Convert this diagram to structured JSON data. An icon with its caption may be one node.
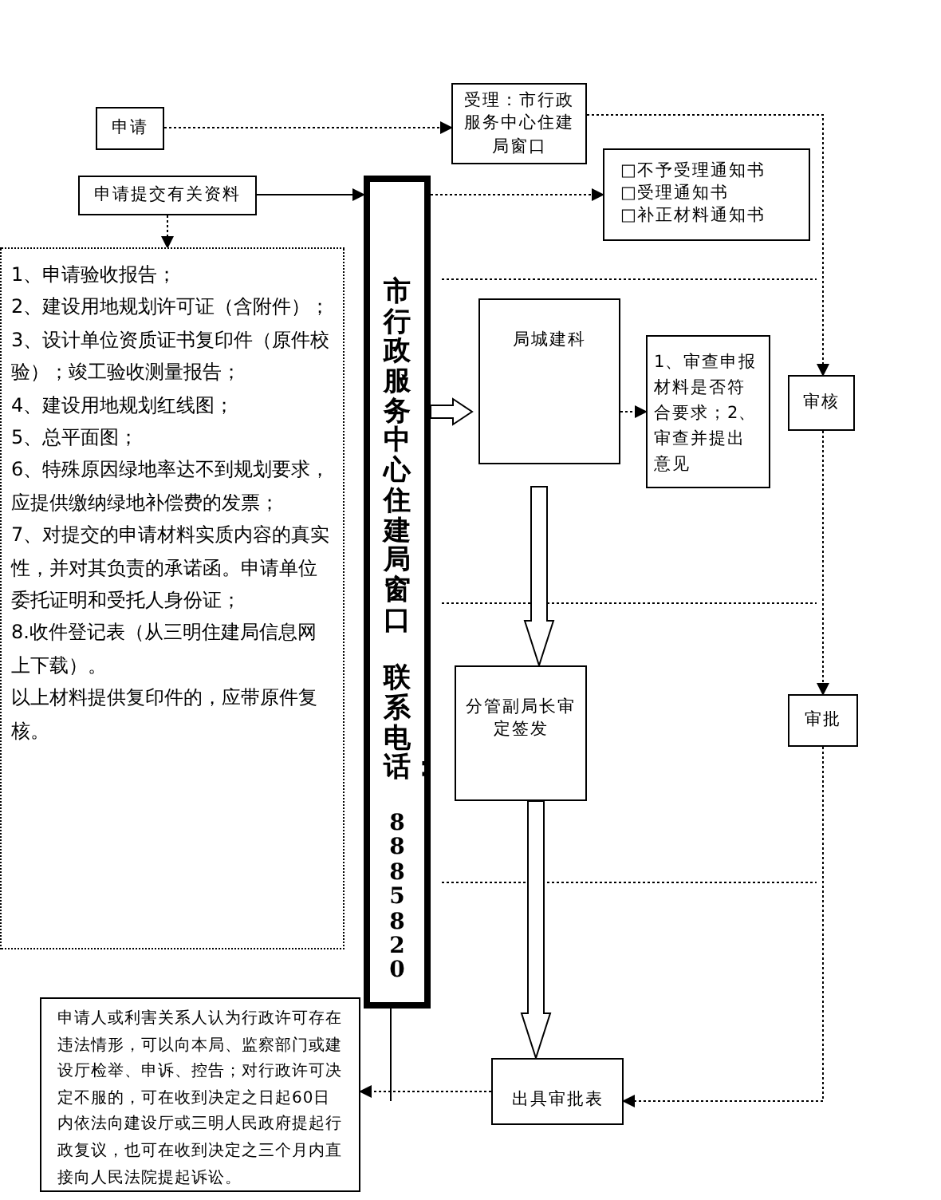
{
  "diagram": {
    "nodes": [
      {
        "text": [
          "申请"
        ]
      },
      {
        "text": [
          "受理：市行政服务中心住建局窗口"
        ]
      },
      {
        "text": [
          "申请提交有关资料"
        ]
      },
      {
        "text": [
          "□不予受理通知书",
          "□受理通知书",
          "□补正材料通知书"
        ]
      },
      {
        "text": [
          "1、申请验收报告；",
          "2、建设用地规划许可证（含附件）；",
          "3、设计单位资质证书复印件（原件校验）；竣工验收测量报告；",
          "4、建设用地规划红线图；",
          "5、总平面图；",
          "6、特殊原因绿地率达不到规划要求，应提供缴纳绿地补偿费的发票；",
          "7、对提交的申请材料实质内容的真实性，并对其负责的承诺函。申请单位委托证明和受托人身份证；",
          "8.收件登记表（从三明住建局信息网上下载）。",
          "以上材料提供复印件的，应带原件复核。"
        ]
      },
      {
        "text": [
          "市行政服务中心住建局窗口",
          "联系电话：",
          "8885820"
        ]
      },
      {
        "text": [
          "局城建科"
        ]
      },
      {
        "text": [
          "1、审查申报材料是否符合要求；2、审查并提出意见"
        ]
      },
      {
        "text": [
          "审核"
        ]
      },
      {
        "text": [
          "分管副局长审定签发"
        ]
      },
      {
        "text": [
          "审批"
        ]
      },
      {
        "text": [
          "出具审批表"
        ]
      },
      {
        "text": [
          "申请人或利害关系人认为行政许可存在违法情形，可以向本局、监察部门或建设厅检举、申诉、控告；对行政许可决定不服的，可在收到决定之日起60日内依法向建设厅或三明人民政府提起行政复议，也可在收到决定之三个月内直接向人民法院提起诉讼。"
        ]
      }
    ],
    "edges": [
      {
        "from": 0,
        "to": 1,
        "arrow": "to",
        "style": "dashed"
      },
      {
        "from": 2,
        "to": 5,
        "arrow": "to"
      },
      {
        "from": 2,
        "to": 4,
        "arrow": "to",
        "style": "dashed"
      },
      {
        "from": 5,
        "to": 3,
        "arrow": "to",
        "style": "dashed"
      },
      {
        "from": 1,
        "to": 8,
        "arrow": "to",
        "style": "dashed"
      },
      {
        "from": 5,
        "to": 6,
        "arrow": "to",
        "style": "thick"
      },
      {
        "from": 6,
        "to": 7,
        "arrow": "to",
        "style": "dashed"
      },
      {
        "from": 6,
        "to": 9,
        "arrow": "to",
        "style": "thick"
      },
      {
        "from": 8,
        "to": 10,
        "arrow": "to",
        "style": "dashed"
      },
      {
        "from": 10,
        "to": 11,
        "arrow": "to",
        "style": "dashed"
      },
      {
        "from": 9,
        "to": 11,
        "arrow": "to",
        "style": "thick"
      },
      {
        "from": 11,
        "to": 12,
        "arrow": "to",
        "style": "dashed"
      }
    ]
  }
}
